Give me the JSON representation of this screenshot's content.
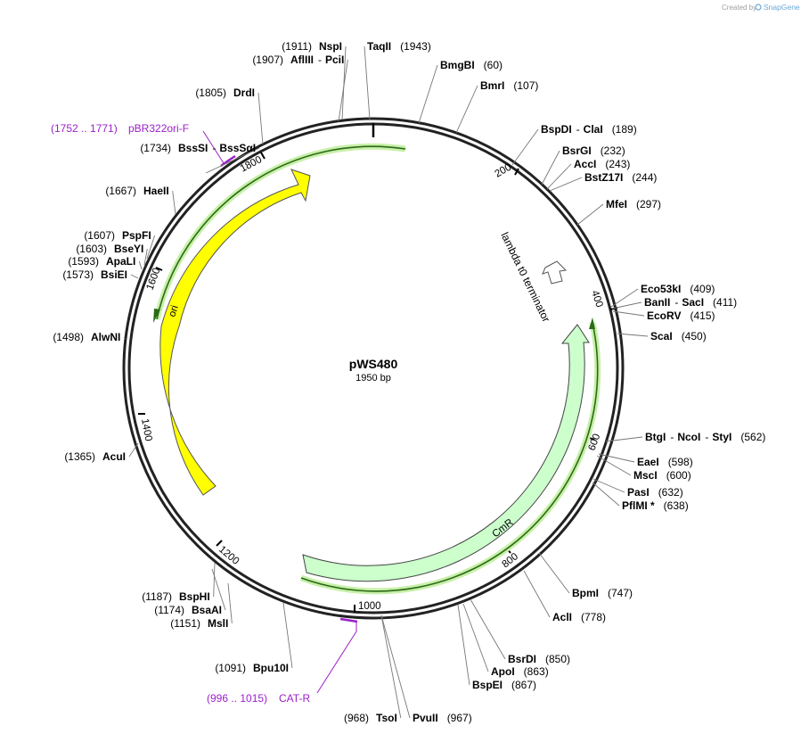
{
  "credit": {
    "created_by": "Created by",
    "brand": "SnapGene"
  },
  "plasmid": {
    "name": "pWS480",
    "length_label": "1950 bp"
  },
  "ticks": [
    "200",
    "400",
    "600",
    "800",
    "1000",
    "1200",
    "1400",
    "1600",
    "1800"
  ],
  "features": [
    {
      "name": "ori",
      "color": "#ffff00"
    },
    {
      "name": "CmR",
      "color": "#ccffcc"
    },
    {
      "name": "lambda t0 terminator",
      "color": "#ffffff"
    }
  ],
  "primers": [
    {
      "name": "pBR322ori-F",
      "range": "(1752 .. 1771)"
    },
    {
      "name": "CAT-R",
      "range": "(996 .. 1015)"
    }
  ],
  "sites_right": [
    {
      "names": [
        "TaqII"
      ],
      "pos": "(1943)"
    },
    {
      "names": [
        "BmgBI"
      ],
      "pos": "(60)"
    },
    {
      "names": [
        "BmrI"
      ],
      "pos": "(107)"
    },
    {
      "names": [
        "BspDI",
        "ClaI"
      ],
      "pos": "(189)"
    },
    {
      "names": [
        "BsrGI"
      ],
      "pos": "(232)"
    },
    {
      "names": [
        "AccI"
      ],
      "pos": "(243)"
    },
    {
      "names": [
        "BstZ17I"
      ],
      "pos": "(244)"
    },
    {
      "names": [
        "MfeI"
      ],
      "pos": "(297)"
    },
    {
      "names": [
        "Eco53kI"
      ],
      "pos": "(409)"
    },
    {
      "names": [
        "BanII",
        "SacI"
      ],
      "pos": "(411)"
    },
    {
      "names": [
        "EcoRV"
      ],
      "pos": "(415)"
    },
    {
      "names": [
        "ScaI"
      ],
      "pos": "(450)"
    },
    {
      "names": [
        "BtgI",
        "NcoI",
        "StyI"
      ],
      "pos": "(562)"
    },
    {
      "names": [
        "EaeI"
      ],
      "pos": "(598)"
    },
    {
      "names": [
        "MscI"
      ],
      "pos": "(600)"
    },
    {
      "names": [
        "PasI"
      ],
      "pos": "(632)"
    },
    {
      "names": [
        "PflMI *"
      ],
      "pos": "(638)"
    },
    {
      "names": [
        "BpmI"
      ],
      "pos": "(747)"
    },
    {
      "names": [
        "AclI"
      ],
      "pos": "(778)"
    },
    {
      "names": [
        "BsrDI"
      ],
      "pos": "(850)"
    },
    {
      "names": [
        "ApoI"
      ],
      "pos": "(863)"
    },
    {
      "names": [
        "BspEI"
      ],
      "pos": "(867)"
    },
    {
      "names": [
        "PvuII"
      ],
      "pos": "(967)"
    }
  ],
  "sites_left": [
    {
      "names": [
        "NspI"
      ],
      "pos": "(1911)"
    },
    {
      "names": [
        "AflIII",
        "PciI"
      ],
      "pos": "(1907)"
    },
    {
      "names": [
        "DrdI"
      ],
      "pos": "(1805)"
    },
    {
      "names": [
        "BssSI",
        "BssSαI"
      ],
      "pos": "(1734)"
    },
    {
      "names": [
        "HaeII"
      ],
      "pos": "(1667)"
    },
    {
      "names": [
        "PspFI"
      ],
      "pos": "(1607)"
    },
    {
      "names": [
        "BseYI"
      ],
      "pos": "(1603)"
    },
    {
      "names": [
        "ApaLI"
      ],
      "pos": "(1593)"
    },
    {
      "names": [
        "BsiEI"
      ],
      "pos": "(1573)"
    },
    {
      "names": [
        "AlwNI"
      ],
      "pos": "(1498)"
    },
    {
      "names": [
        "AcuI"
      ],
      "pos": "(1365)"
    },
    {
      "names": [
        "BspHI"
      ],
      "pos": "(1187)"
    },
    {
      "names": [
        "BsaAI"
      ],
      "pos": "(1174)"
    },
    {
      "names": [
        "MslI"
      ],
      "pos": "(1151)"
    },
    {
      "names": [
        "Bpu10I"
      ],
      "pos": "(1091)"
    },
    {
      "names": [
        "TsoI"
      ],
      "pos": "(968)"
    }
  ]
}
